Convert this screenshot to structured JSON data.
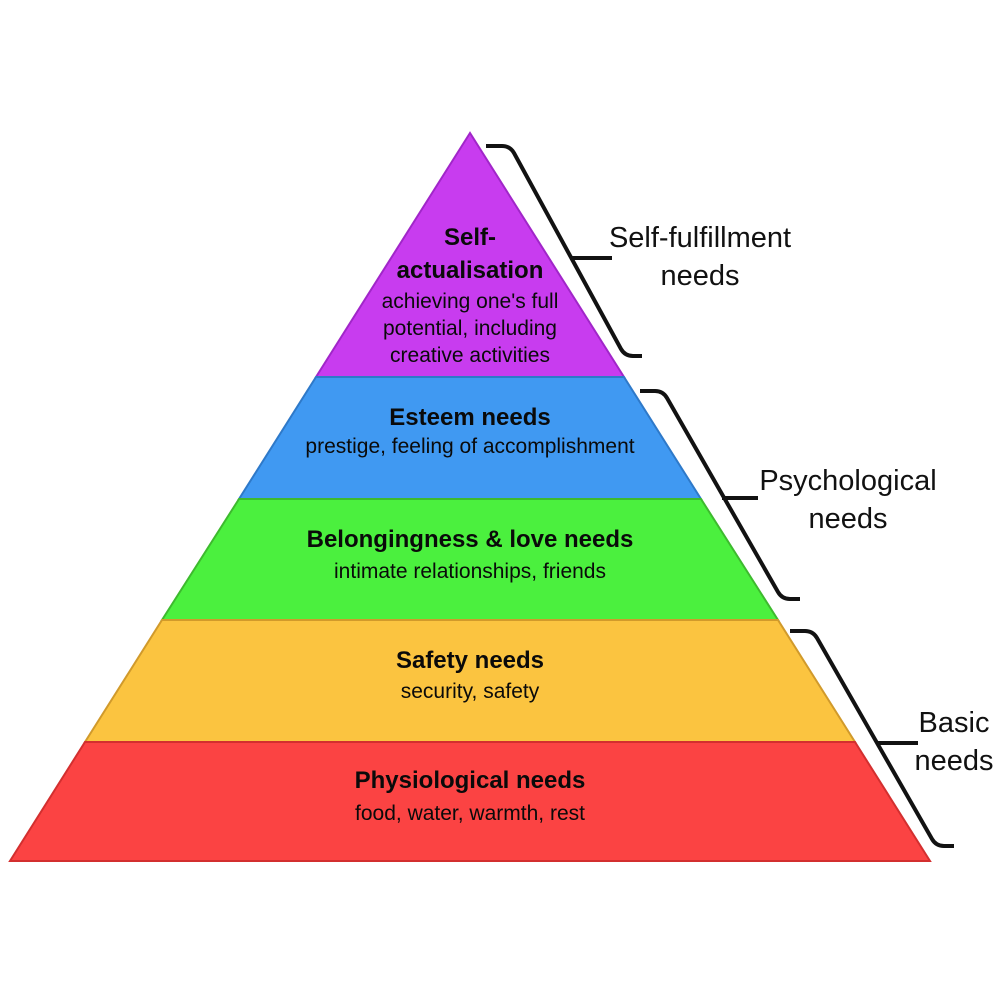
{
  "pyramid": {
    "background": "#ffffff",
    "text_color": "#0a0a0a",
    "bracket_color": "#121212",
    "levels": [
      {
        "heading_lines": [
          "Self-",
          "actualisation"
        ],
        "description_lines": [
          "achieving one's full",
          "potential, including",
          "creative activities"
        ],
        "fill": "#C83CEF",
        "stroke": "#A126C9"
      },
      {
        "heading_lines": [
          "Esteem needs"
        ],
        "description_lines": [
          "prestige, feeling of accomplishment"
        ],
        "fill": "#4099F2",
        "stroke": "#2E79C9"
      },
      {
        "heading_lines": [
          "Belongingness & love needs"
        ],
        "description_lines": [
          "intimate relationships, friends"
        ],
        "fill": "#4BF03E",
        "stroke": "#3DBA2E"
      },
      {
        "heading_lines": [
          "Safety needs"
        ],
        "description_lines": [
          "security, safety"
        ],
        "fill": "#FBC440",
        "stroke": "#D19A2B"
      },
      {
        "heading_lines": [
          "Physiological needs"
        ],
        "description_lines": [
          "food, water, warmth, rest"
        ],
        "fill": "#FB4343",
        "stroke": "#D32F2F"
      }
    ],
    "groups": [
      {
        "label_lines": [
          "Self-fulfillment",
          "needs"
        ]
      },
      {
        "label_lines": [
          "Psychological",
          "needs"
        ]
      },
      {
        "label_lines": [
          "Basic",
          "needs"
        ]
      }
    ]
  }
}
